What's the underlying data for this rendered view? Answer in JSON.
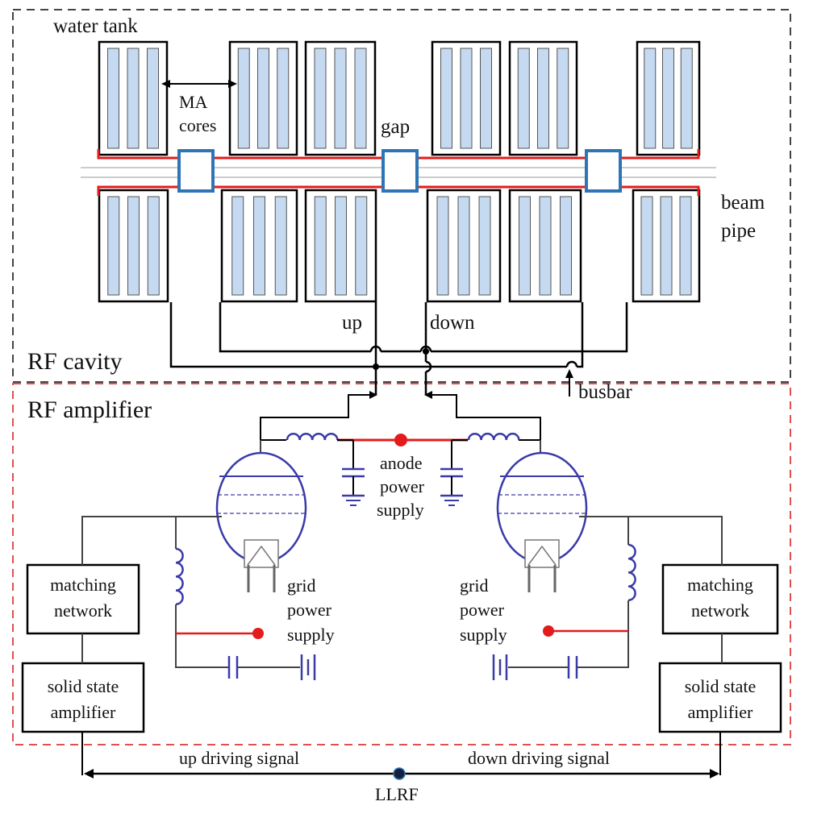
{
  "regions": {
    "cavity_label": "RF cavity",
    "amplifier_label": "RF amplifier"
  },
  "cavity": {
    "water_tank": "water tank",
    "ma_cores_line1": "MA",
    "ma_cores_line2": "cores",
    "gap": "gap",
    "beam_pipe_line1": "beam",
    "beam_pipe_line2": "pipe",
    "up": "up",
    "down": "down",
    "busbar": "busbar"
  },
  "amplifier": {
    "anode_line1": "anode",
    "anode_line2": "power",
    "anode_line3": "supply",
    "grid_left_line1": "grid",
    "grid_left_line2": "power",
    "grid_left_line3": "supply",
    "grid_right_line1": "grid",
    "grid_right_line2": "power",
    "grid_right_line3": "supply",
    "matching_left_line1": "matching",
    "matching_left_line2": "network",
    "matching_right_line1": "matching",
    "matching_right_line2": "network",
    "ssa_left_line1": "solid state",
    "ssa_left_line2": "amplifier",
    "ssa_right_line1": "solid state",
    "ssa_right_line2": "amplifier"
  },
  "signals": {
    "up_driving": "up driving signal",
    "down_driving": "down driving signal",
    "llrf": "LLRF"
  },
  "colors": {
    "core_fill": "#c5d9f1",
    "tube": "#3a3aa8",
    "red": "#e31b1b",
    "gap_blue": "#2e75b6",
    "cavity_border": "#444444",
    "amplifier_border": "#e05050"
  }
}
